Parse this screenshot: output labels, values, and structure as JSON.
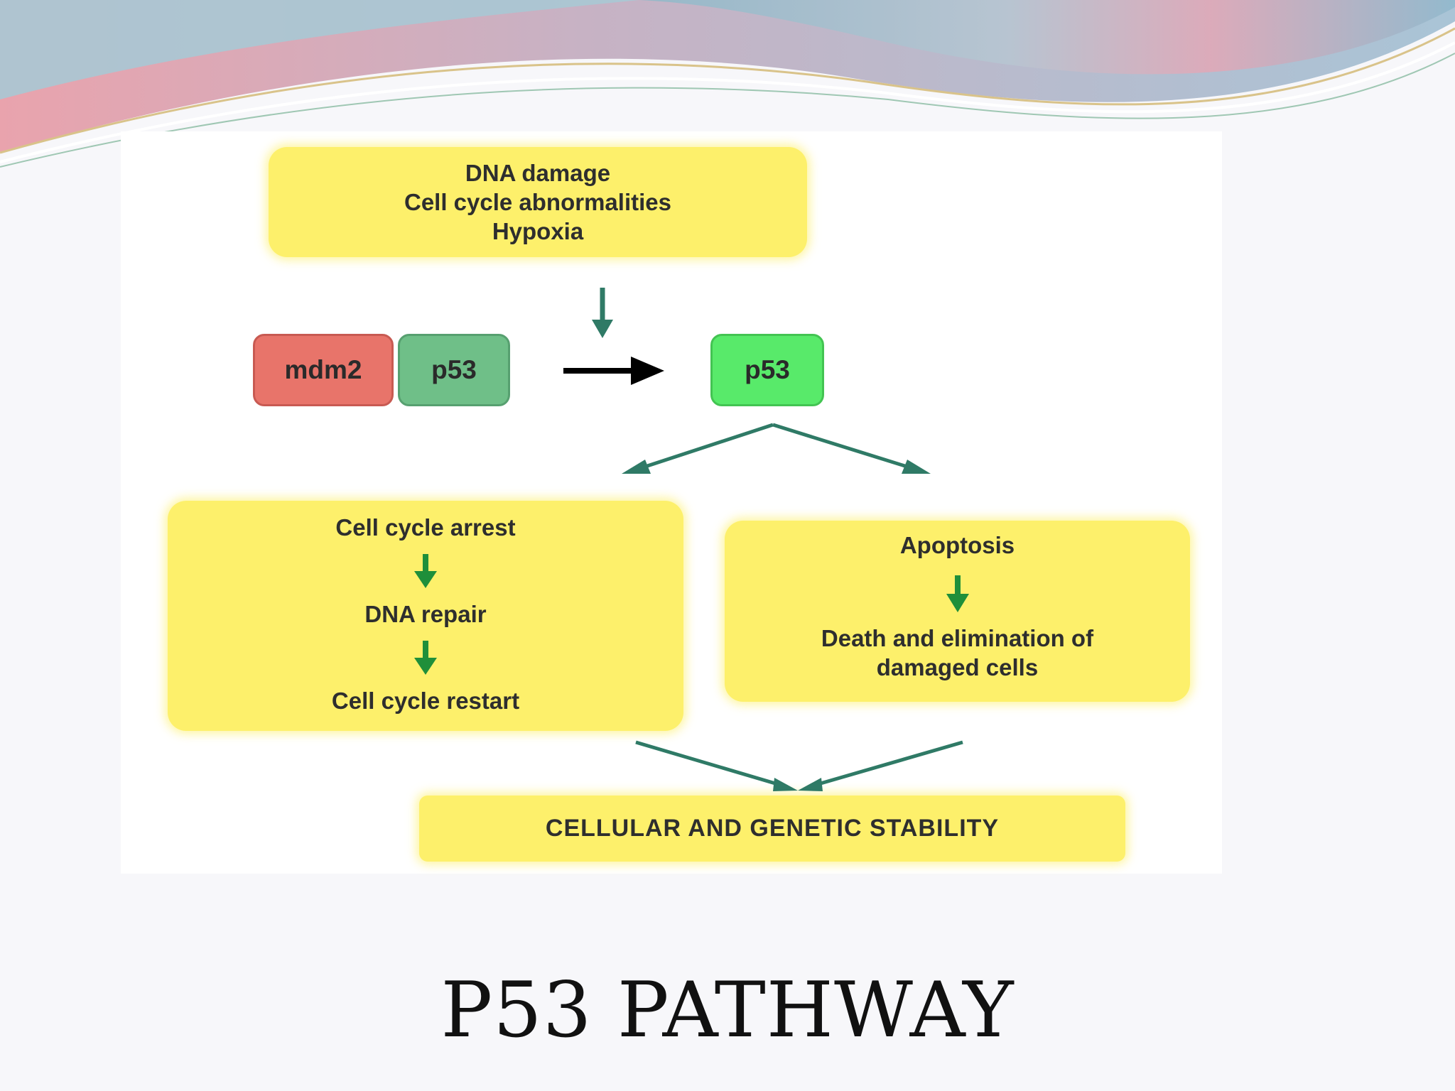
{
  "slide": {
    "title": "P53 PATHWAY"
  },
  "diagram": {
    "stimuli": [
      "DNA damage",
      "Cell cycle abnormalities",
      "Hypoxia"
    ],
    "complex": {
      "mdm2_label": "mdm2",
      "p53_bound_label": "p53"
    },
    "active_p53_label": "p53",
    "left_branch": {
      "step1": "Cell cycle arrest",
      "step2": "DNA repair",
      "step3": "Cell cycle restart"
    },
    "right_branch": {
      "step1": "Apoptosis",
      "step2_line1": "Death and elimination of",
      "step2_line2": "damaged cells"
    },
    "outcome": "CELLULAR AND GENETIC STABILITY"
  },
  "colors": {
    "box_yellow": "#fdf06b",
    "mdm2_red": "#e8746a",
    "p53_bound_green": "#6fbf88",
    "p53_active_green": "#58ea6a",
    "arrow_teal": "#2f7a66",
    "arrow_green": "#1f8f3a",
    "arrow_black": "#000000"
  }
}
